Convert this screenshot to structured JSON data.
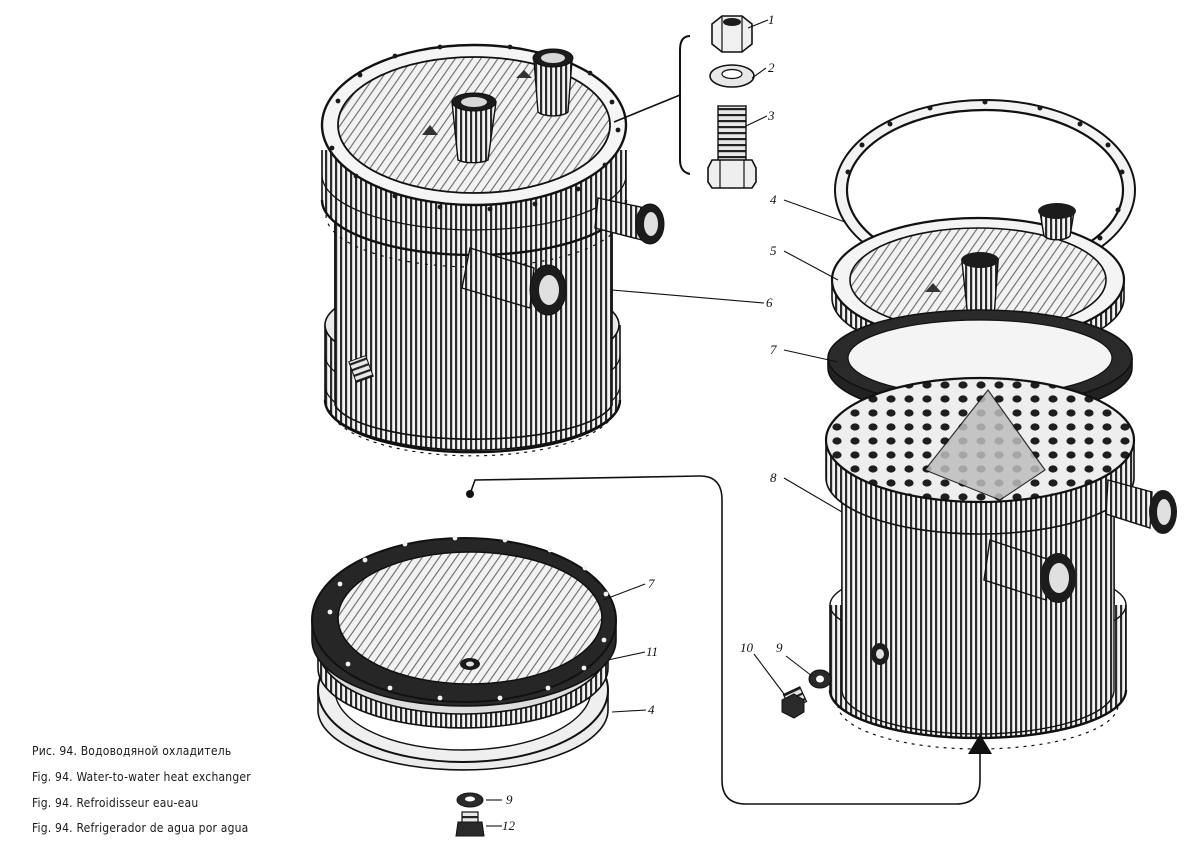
{
  "callouts": {
    "c1": "1",
    "c2": "2",
    "c3": "3",
    "c4a": "4",
    "c5": "5",
    "c6": "6",
    "c7a": "7",
    "c8": "8",
    "c7b": "7",
    "c11": "11",
    "c4b": "4",
    "c10": "10",
    "c9a": "9",
    "c9b": "9",
    "c12": "12"
  },
  "captions": [
    "Рис. 94. Водоводяной охладитель",
    "Fig. 94. Water-to-water heat exchanger",
    "Fig. 94. Refroidisseur eau-eau",
    "Fig. 94. Refrigerador de agua por agua"
  ]
}
